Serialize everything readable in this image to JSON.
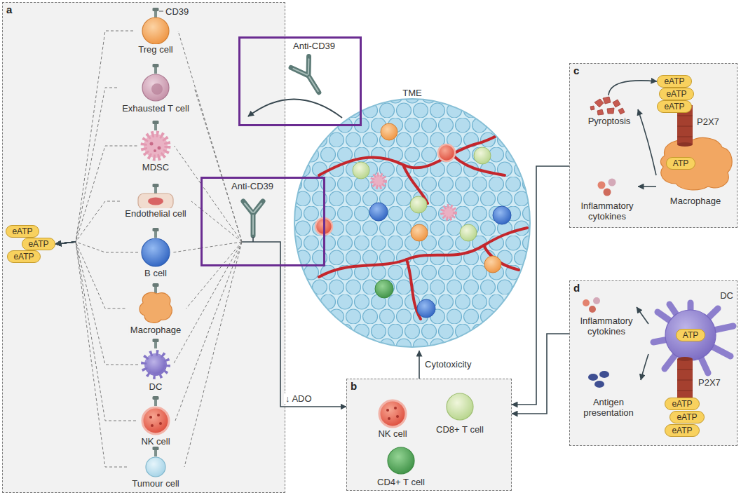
{
  "diagram": {
    "nodes": [
      {
        "text": [
          "a"
        ]
      },
      {
        "text": [
          "Treg cell"
        ],
        "in": 0
      },
      {
        "text": [
          "Exhausted T cell"
        ],
        "in": 0
      },
      {
        "text": [
          "MDSC"
        ],
        "in": 0
      },
      {
        "text": [
          "Endothelial cell"
        ],
        "in": 0
      },
      {
        "text": [
          "B cell"
        ],
        "in": 0
      },
      {
        "text": [
          "Macrophage"
        ],
        "in": 0
      },
      {
        "text": [
          "DC"
        ],
        "in": 0
      },
      {
        "text": [
          "NK cell"
        ],
        "in": 0
      },
      {
        "text": [
          "Tumour cell"
        ],
        "in": 0
      },
      {
        "text": [
          "eATP"
        ],
        "in": 0
      },
      {
        "text": [
          "eATP"
        ],
        "in": 0
      },
      {
        "text": [
          "eATP"
        ],
        "in": 0
      },
      {
        "text": [
          "Anti-CD39"
        ]
      },
      {
        "text": [
          "Anti-CD39"
        ]
      },
      {
        "text": [
          "TME"
        ]
      },
      {
        "text": [
          "c"
        ]
      },
      {
        "text": [
          "eATP"
        ],
        "in": 16
      },
      {
        "text": [
          "eATP"
        ],
        "in": 16
      },
      {
        "text": [
          "eATP"
        ],
        "in": 16
      },
      {
        "text": [
          "Pyroptosis"
        ],
        "in": 16
      },
      {
        "text": [
          "Macrophage"
        ],
        "in": 16
      },
      {
        "text": [
          "ATP"
        ],
        "in": 16
      },
      {
        "text": [
          "Inflammatory cytokines"
        ],
        "in": 16
      },
      {
        "text": [
          "d"
        ]
      },
      {
        "text": [
          "DC"
        ],
        "in": 24
      },
      {
        "text": [
          "ATP"
        ],
        "in": 24
      },
      {
        "text": [
          "Inflammatory cytokines"
        ],
        "in": 24
      },
      {
        "text": [
          "Antigen presentation"
        ],
        "in": 24
      },
      {
        "text": [
          "eATP"
        ],
        "in": 24
      },
      {
        "text": [
          "eATP"
        ],
        "in": 24
      },
      {
        "text": [
          "eATP"
        ],
        "in": 24
      },
      {
        "text": [
          "b"
        ]
      },
      {
        "text": [
          "NK cell"
        ],
        "in": 32
      },
      {
        "text": [
          "CD8+ T cell"
        ],
        "in": 32
      },
      {
        "text": [
          "CD4+ T cell"
        ],
        "in": 32
      }
    ],
    "edges": [
      {
        "from": 1,
        "to": 11,
        "arrow": "to"
      },
      {
        "from": 2,
        "to": 11,
        "arrow": "to"
      },
      {
        "from": 3,
        "to": 11,
        "arrow": "to"
      },
      {
        "from": 4,
        "to": 11,
        "arrow": "to"
      },
      {
        "from": 5,
        "to": 11,
        "arrow": "to"
      },
      {
        "from": 6,
        "to": 11,
        "arrow": "to"
      },
      {
        "from": 7,
        "to": 11,
        "arrow": "to"
      },
      {
        "from": 8,
        "to": 11,
        "arrow": "to"
      },
      {
        "from": 9,
        "to": 11,
        "arrow": "to"
      },
      {
        "from": 14,
        "to": 1,
        "arrow": "none"
      },
      {
        "from": 14,
        "to": 2,
        "arrow": "none"
      },
      {
        "from": 14,
        "to": 3,
        "arrow": "none"
      },
      {
        "from": 14,
        "to": 4,
        "arrow": "none"
      },
      {
        "from": 14,
        "to": 5,
        "arrow": "none"
      },
      {
        "from": 14,
        "to": 6,
        "arrow": "none"
      },
      {
        "from": 14,
        "to": 7,
        "arrow": "none"
      },
      {
        "from": 14,
        "to": 8,
        "arrow": "none"
      },
      {
        "from": 14,
        "to": 9,
        "arrow": "none"
      },
      {
        "from": 14,
        "to": 32,
        "label": "↓ ADO",
        "arrow": "to"
      },
      {
        "from": 32,
        "to": 15,
        "label": "Cytotoxicity",
        "arrow": "to"
      },
      {
        "from": 16,
        "to": 32,
        "arrow": "to"
      },
      {
        "from": 24,
        "to": 32,
        "arrow": "to"
      },
      {
        "from": 20,
        "to": 17,
        "arrow": "to"
      },
      {
        "from": 21,
        "to": 20,
        "arrow": "to"
      },
      {
        "from": 21,
        "to": 23,
        "arrow": "to"
      },
      {
        "from": 25,
        "to": 27,
        "arrow": "to"
      },
      {
        "from": 25,
        "to": 28,
        "arrow": "to"
      }
    ],
    "labels": [
      "CD39",
      "P2X7",
      "P2X7"
    ]
  }
}
